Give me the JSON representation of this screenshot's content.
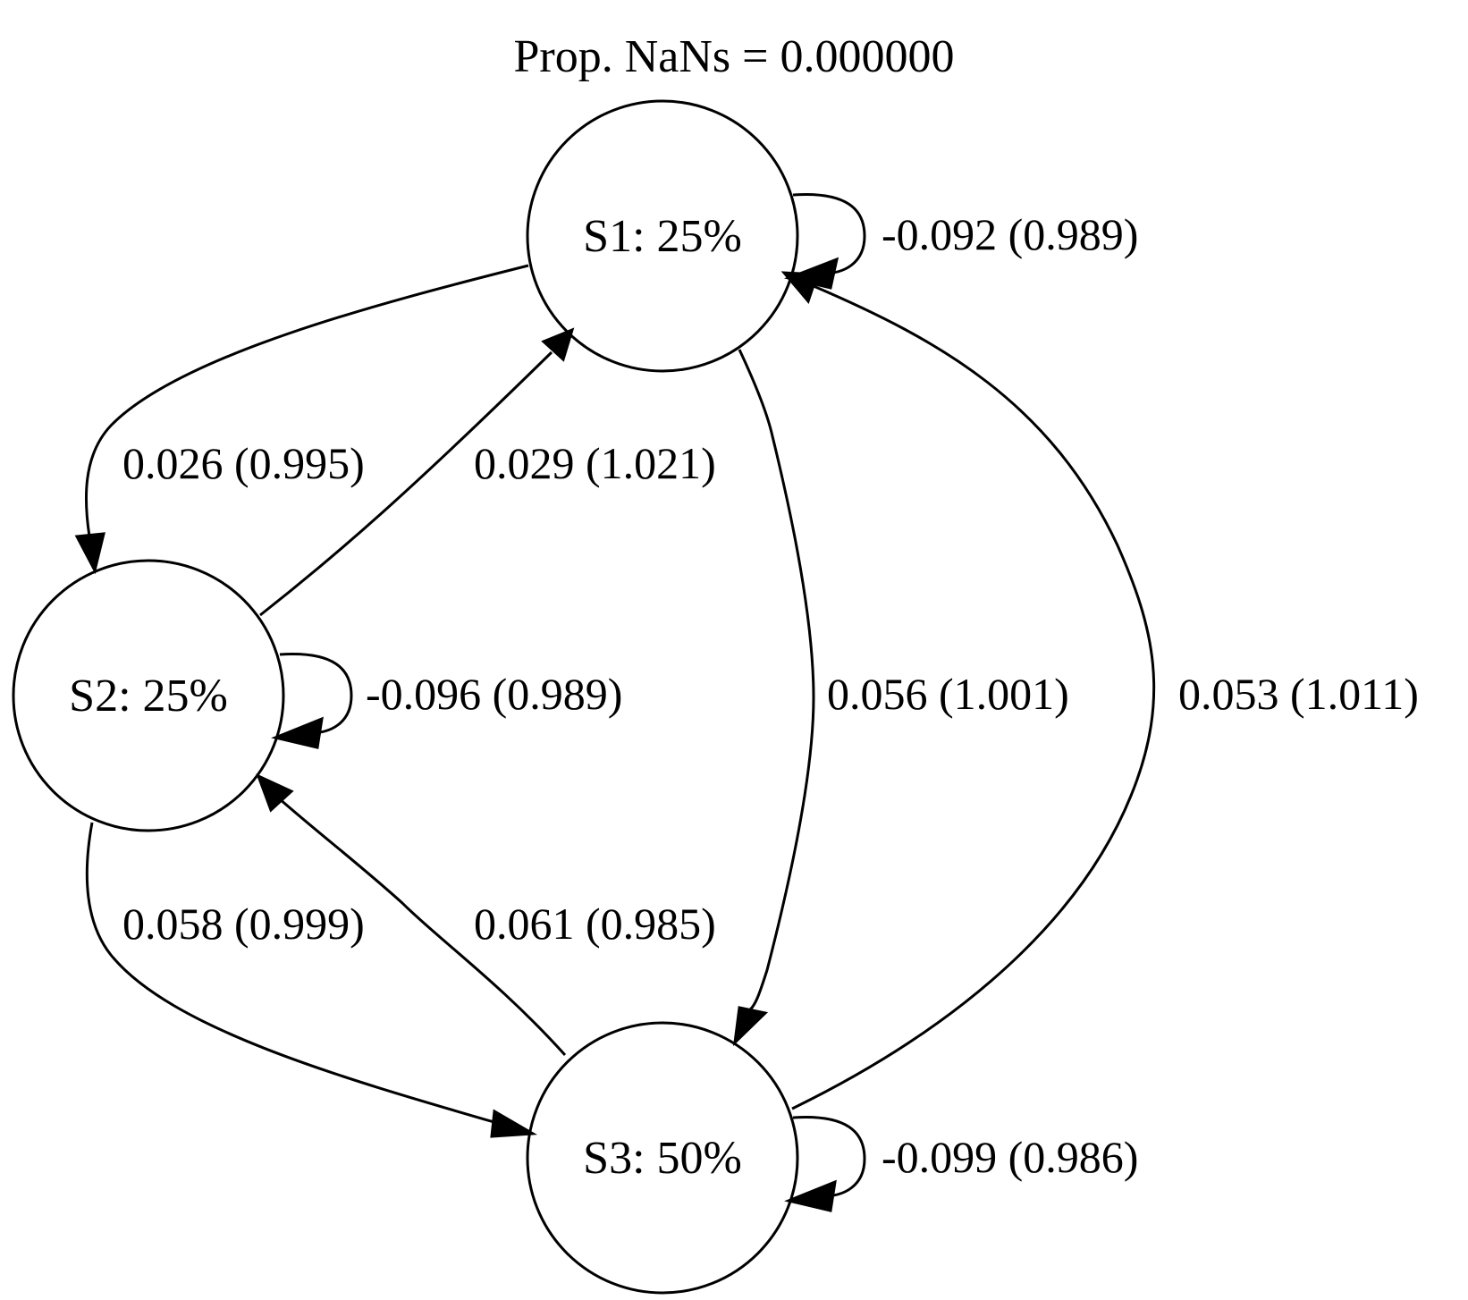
{
  "title": "Prop. NaNs = 0.000000",
  "nodes": {
    "s1": {
      "label": "S1: 25%"
    },
    "s2": {
      "label": "S2: 25%"
    },
    "s3": {
      "label": "S3: 50%"
    }
  },
  "edges": {
    "s1_s1": {
      "from": "S1",
      "to": "S1",
      "label": "-0.092 (0.989)"
    },
    "s1_s2": {
      "from": "S1",
      "to": "S2",
      "label": "0.026 (0.995)"
    },
    "s2_s1": {
      "from": "S2",
      "to": "S1",
      "label": "0.029 (1.021)"
    },
    "s1_s3": {
      "from": "S1",
      "to": "S3",
      "label": "0.056 (1.001)"
    },
    "s3_s1": {
      "from": "S3",
      "to": "S1",
      "label": "0.053 (1.011)"
    },
    "s2_s2": {
      "from": "S2",
      "to": "S2",
      "label": "-0.096 (0.989)"
    },
    "s2_s3": {
      "from": "S2",
      "to": "S3",
      "label": "0.058 (0.999)"
    },
    "s3_s2": {
      "from": "S3",
      "to": "S2",
      "label": "0.061 (0.985)"
    },
    "s3_s3": {
      "from": "S3",
      "to": "S3",
      "label": "-0.099 (0.986)"
    }
  },
  "colors": {
    "stroke": "#000000",
    "background": "#ffffff"
  }
}
